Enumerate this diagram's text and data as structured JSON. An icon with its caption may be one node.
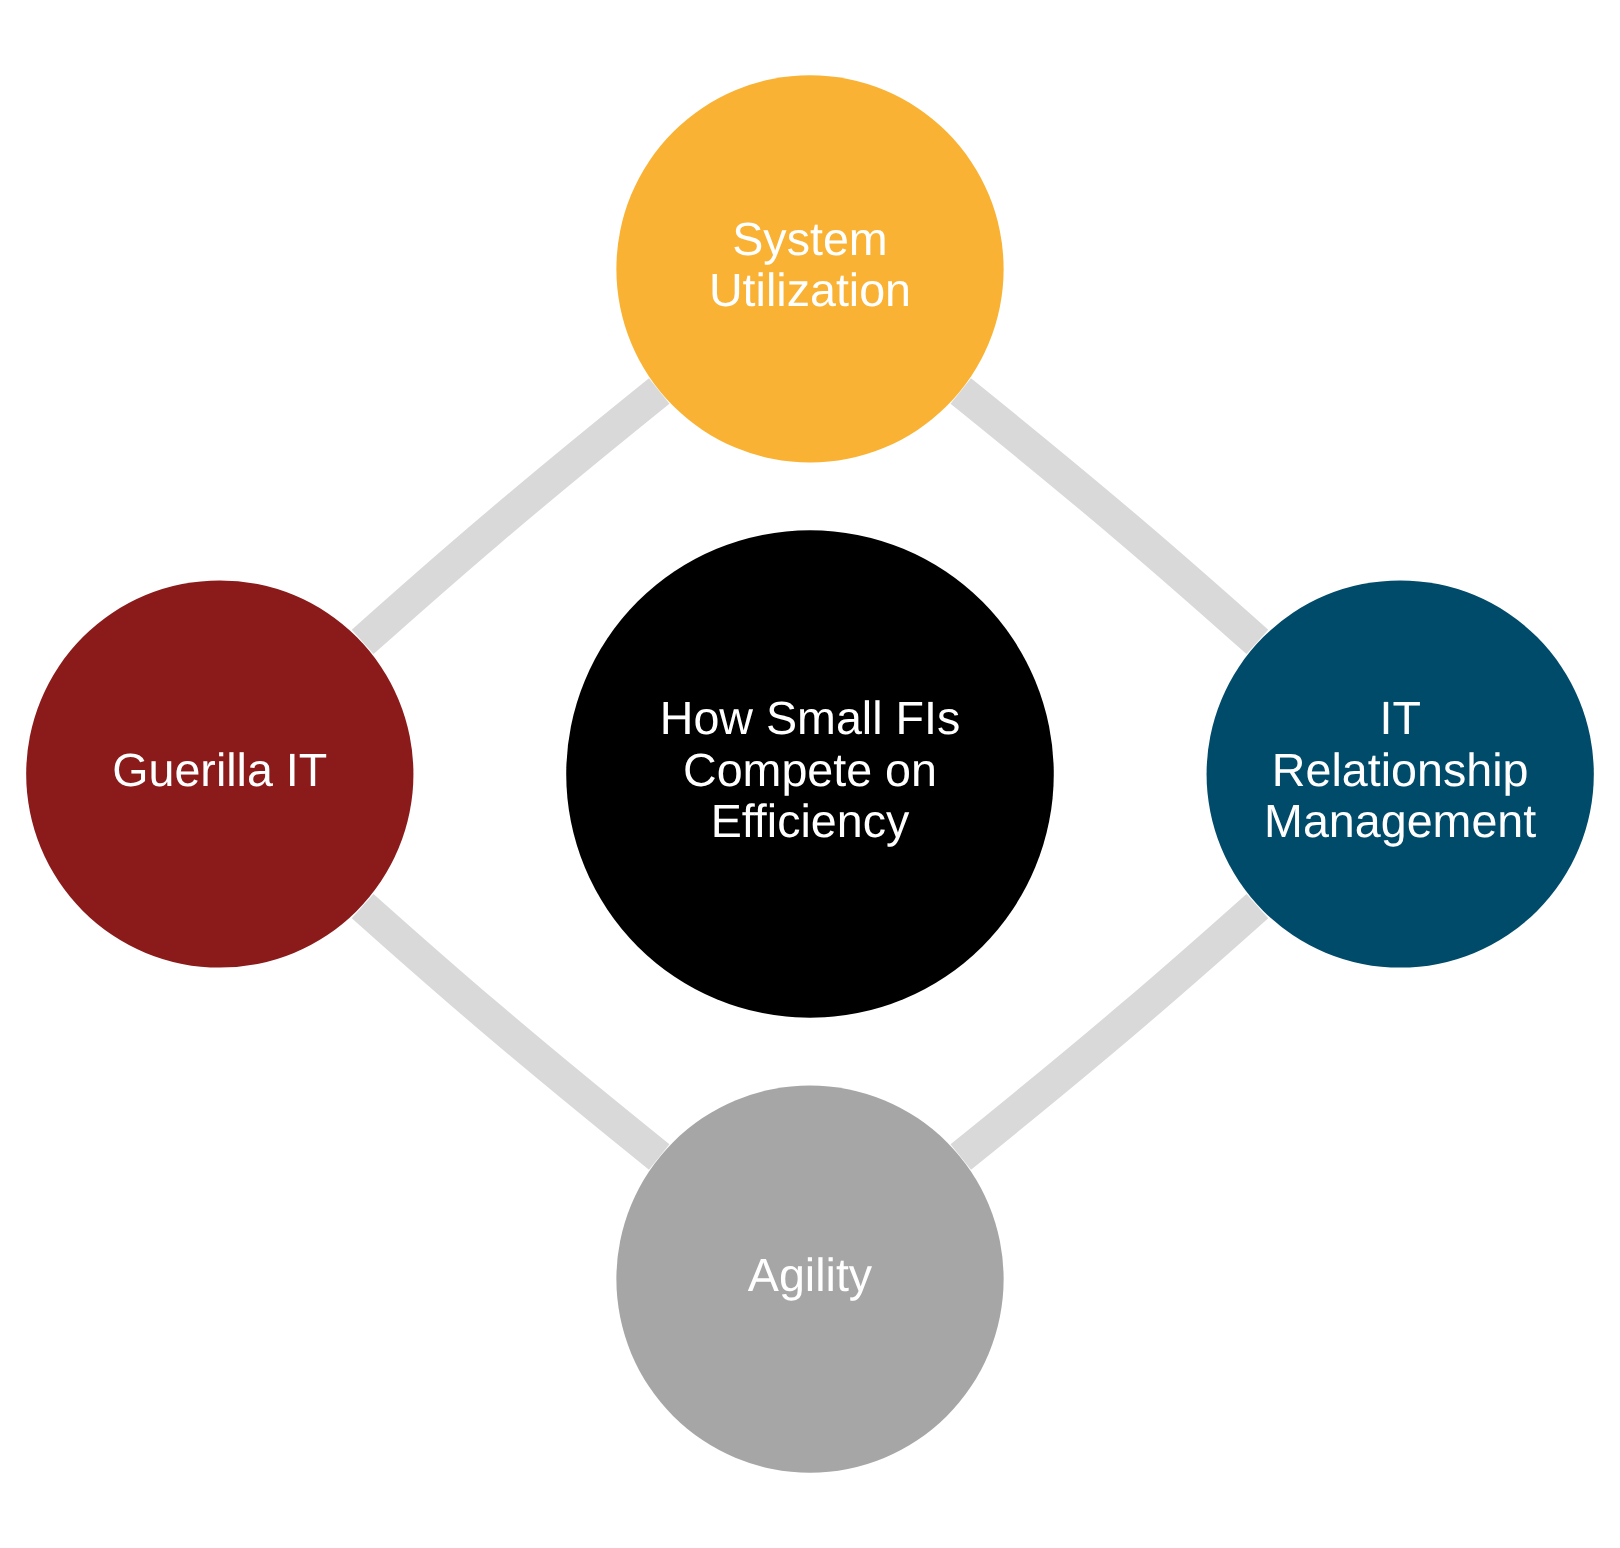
{
  "diagram": {
    "nodes": [
      {
        "text": [
          "System Utilization"
        ]
      },
      {
        "text": [
          "Guerilla IT"
        ]
      },
      {
        "text": [
          "How Small FIs Compete on Efficiency"
        ]
      },
      {
        "text": [
          "IT Relationship Management"
        ]
      },
      {
        "text": [
          "Agility"
        ]
      }
    ],
    "edges": [
      {
        "from": 0,
        "to": 3,
        "arrow": "none"
      },
      {
        "from": 3,
        "to": 4,
        "arrow": "none"
      },
      {
        "from": 4,
        "to": 1,
        "arrow": "none"
      },
      {
        "from": 1,
        "to": 0,
        "arrow": "none"
      }
    ]
  }
}
